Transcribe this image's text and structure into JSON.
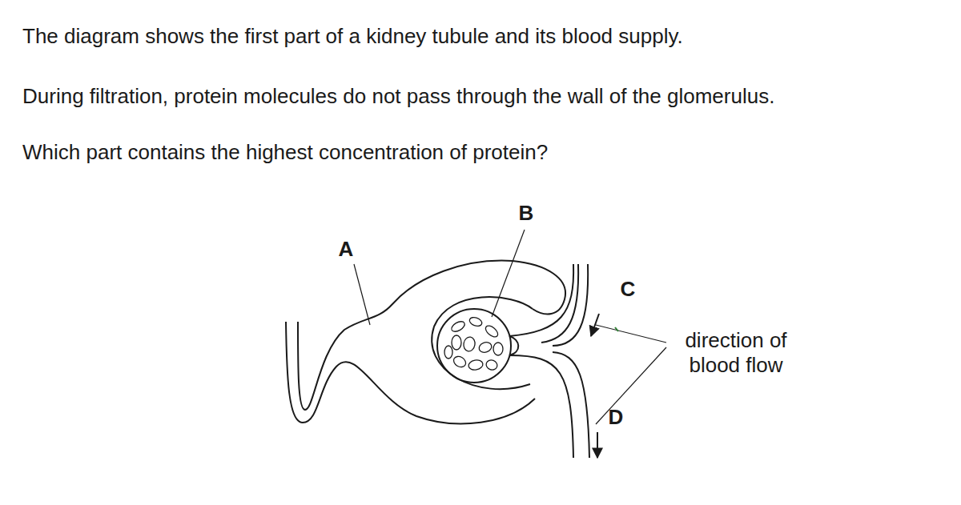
{
  "diagram": {
    "labels": [
      "The diagram shows the first part of a kidney tubule and its blood supply.",
      "During filtration, protein molecules do not pass through the wall of the glomerulus.",
      "Which part contains the highest concentration of protein?",
      "A",
      "B",
      "C",
      "D",
      "direction of blood flow"
    ]
  }
}
